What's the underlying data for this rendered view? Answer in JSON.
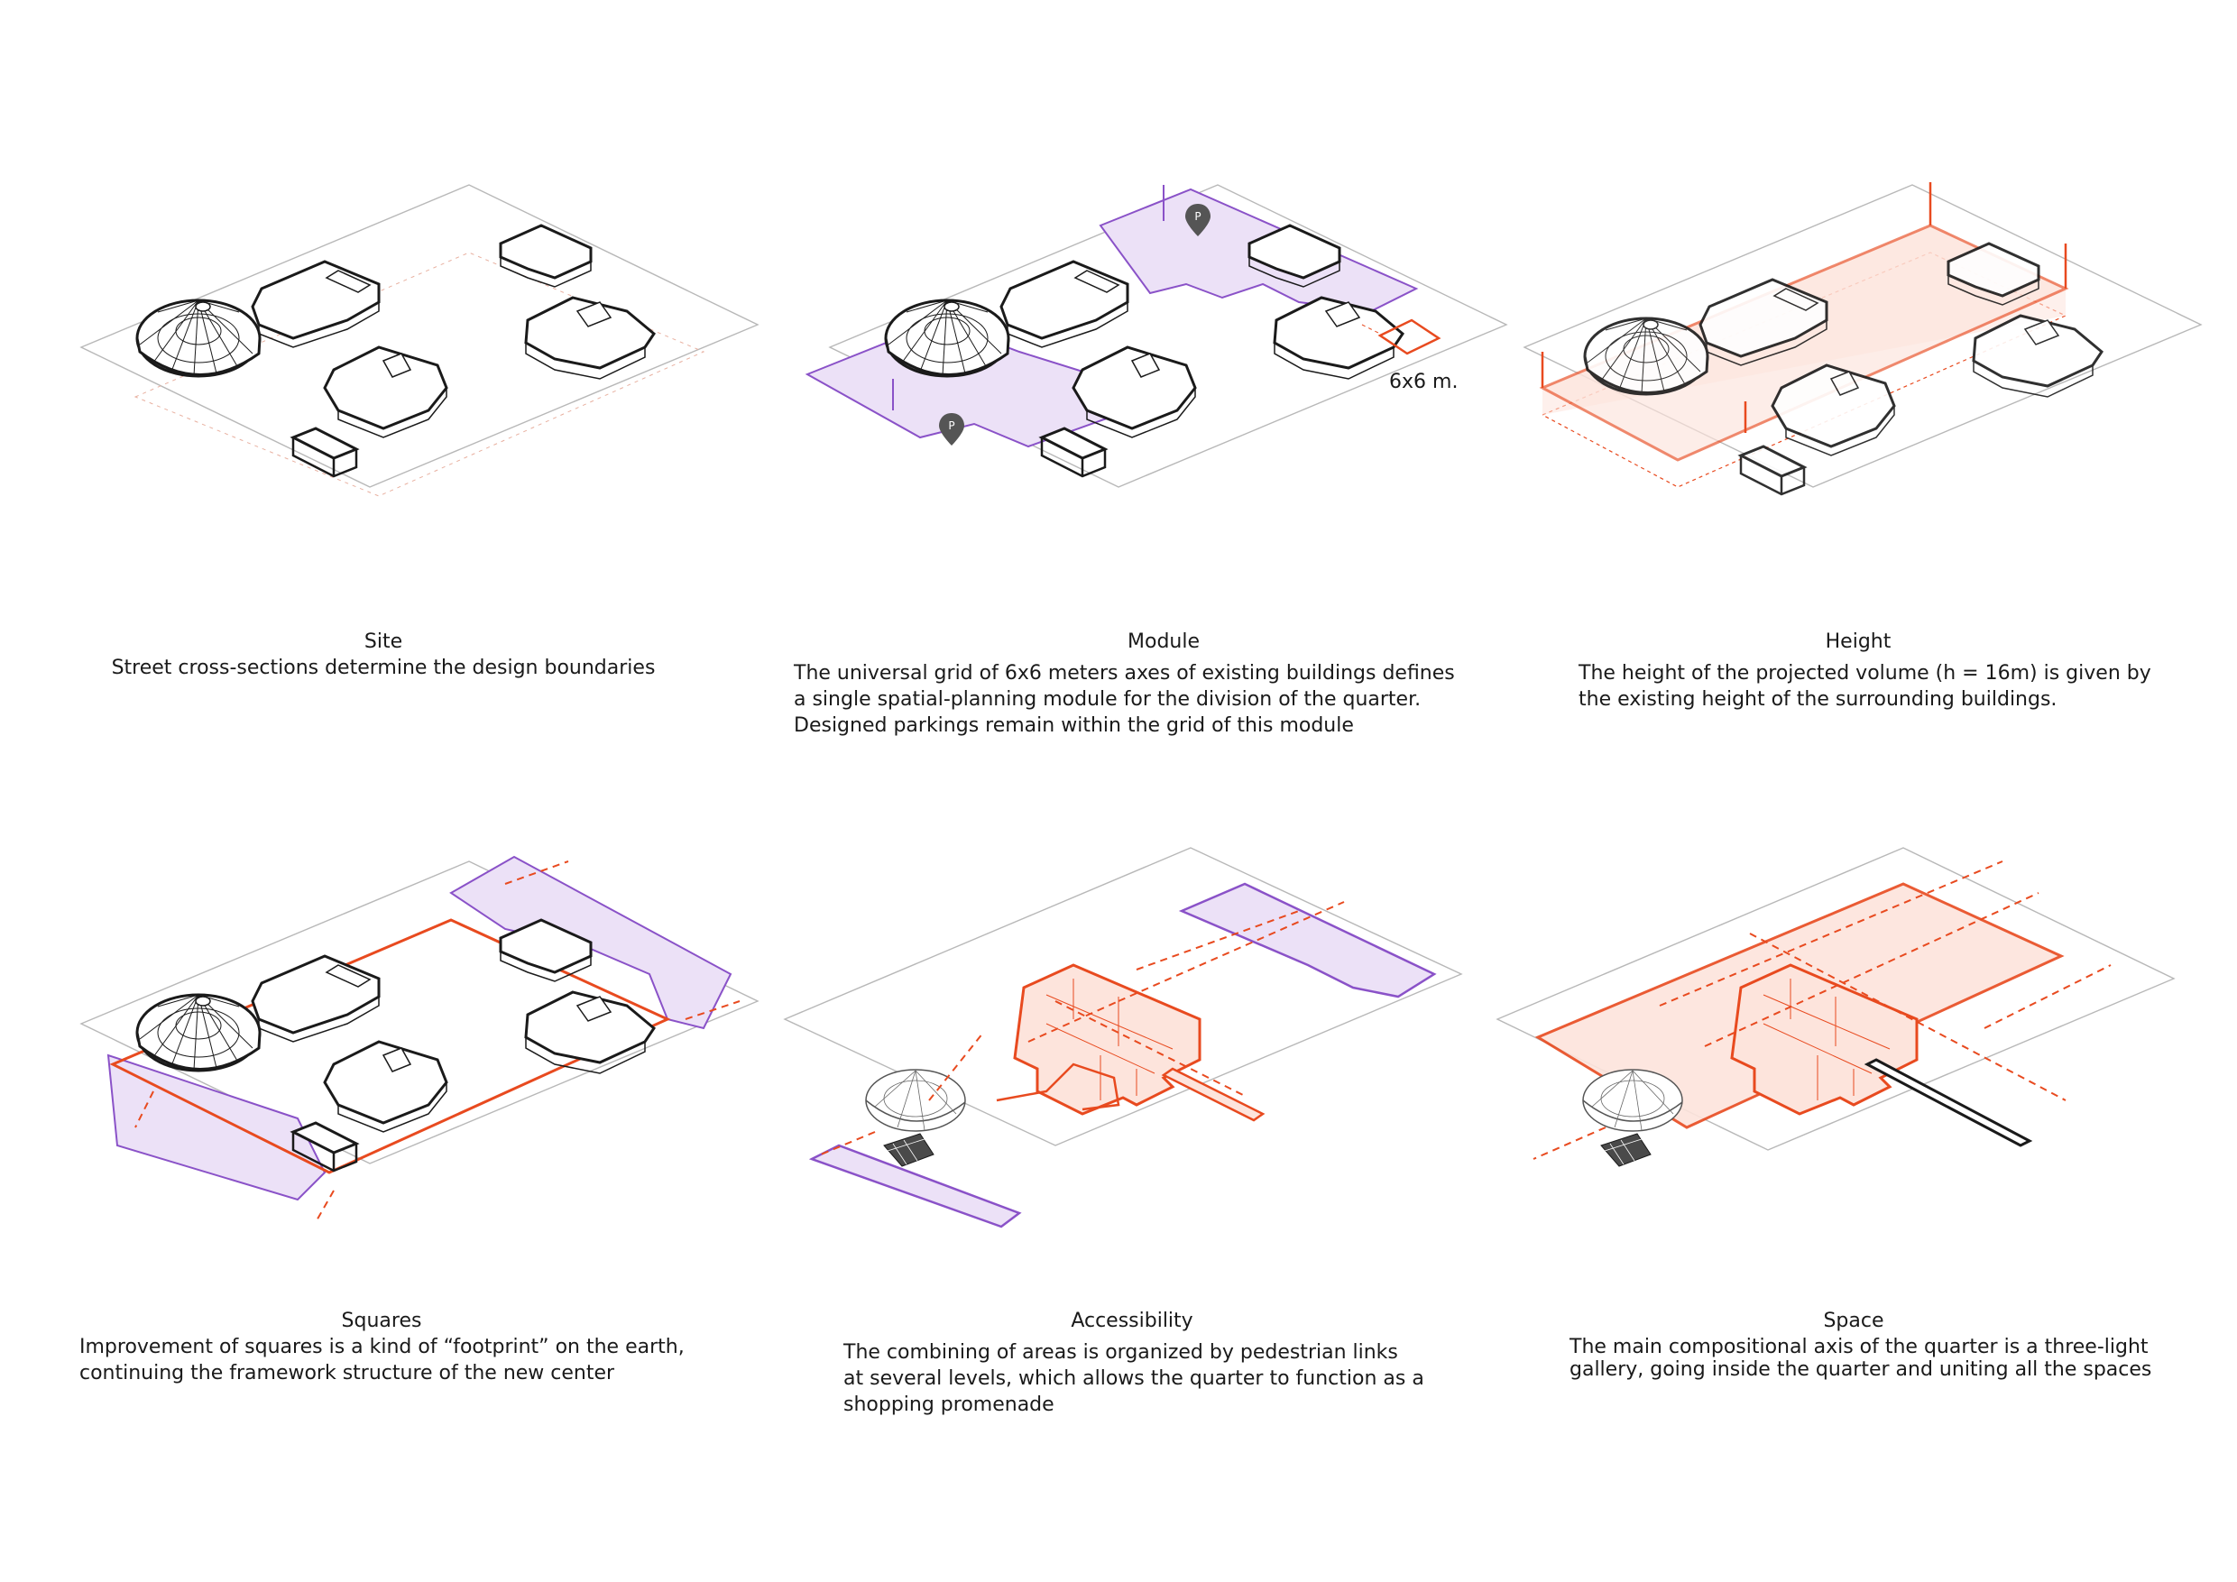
{
  "colors": {
    "accent": "#e84a1f",
    "purple": "#8a52c8",
    "pink": "#fde4dc",
    "lavender": "#ece1f7",
    "ink": "#1a1a1a",
    "site": "#b8b8b8"
  },
  "panels": [
    {
      "id": "site",
      "title": "Site",
      "lines": [
        "Street cross-sections determine the design boundaries"
      ]
    },
    {
      "id": "module",
      "title": "Module",
      "lines": [
        "The universal grid of 6x6 meters axes of existing buildings defines",
        "a single spatial-planning module for the division of the quarter.",
        "Designed parkings remain within the grid of this module"
      ],
      "annotation": "6x6 m.",
      "parking_marker": "P"
    },
    {
      "id": "height",
      "title": "Height",
      "lines": [
        "The height of the projected volume (h = 16m) is given by",
        "the existing height of the surrounding buildings."
      ]
    },
    {
      "id": "squares",
      "title": "Squares",
      "lines": [
        "Improvement of squares is a kind of “footprint” on the earth,",
        "continuing the framework structure of the new center"
      ]
    },
    {
      "id": "accessibility",
      "title": "Accessibility",
      "lines": [
        "The combining of areas is organized by pedestrian links",
        "at several levels, which allows the quarter to function as a",
        "shopping promenade"
      ]
    },
    {
      "id": "space",
      "title": "Space",
      "lines": [
        "The main compositional axis of the quarter is a three-light",
        "gallery, going inside the quarter and uniting all the spaces"
      ]
    }
  ]
}
